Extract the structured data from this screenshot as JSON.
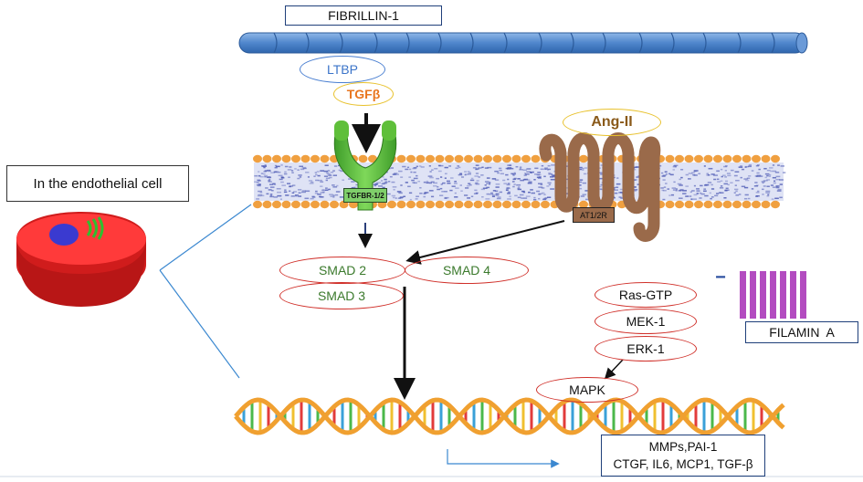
{
  "labels": {
    "fibrillin": "FIBRILLIN-1",
    "ltbp": "LTBP",
    "tgfb": "TGFβ",
    "ang2": "Ang-II",
    "endothelial": "In the endothelial cell",
    "tgfbr": "TGFBR-1/2",
    "at1r": "AT1/2R",
    "smad2": "SMAD 2",
    "smad3": "SMAD 3",
    "smad4": "SMAD 4",
    "ras": "Ras-GTP",
    "mek": "MEK-1",
    "erk": "ERK-1",
    "mapk": "MAPK",
    "filamin": "FILAMIN  A",
    "inhibit": "−",
    "output_line1": "MMPs,PAI-1",
    "output_line2": "CTGF, IL6, MCP1, TGF-β"
  },
  "colors": {
    "fibrillin_fill": "#5b8fd1",
    "ltbp_border": "#4a7fd1",
    "tgfb_text": "#e8761f",
    "tgfb_border": "#e8c12b",
    "ang2_text": "#8a5a1a",
    "ang2_border": "#e8c12b",
    "receptor_green": "#5fbf3a",
    "at1_brown": "#9a6a4a",
    "membrane_head": "#f0a040",
    "membrane_tail": "#4b58b3",
    "cell_red": "#e62a2a",
    "nucleus_blue": "#4a4ac8",
    "smad_border": "#d0302a",
    "filamin_purple": "#b34cc0",
    "dna_orange": "#f0a030"
  }
}
